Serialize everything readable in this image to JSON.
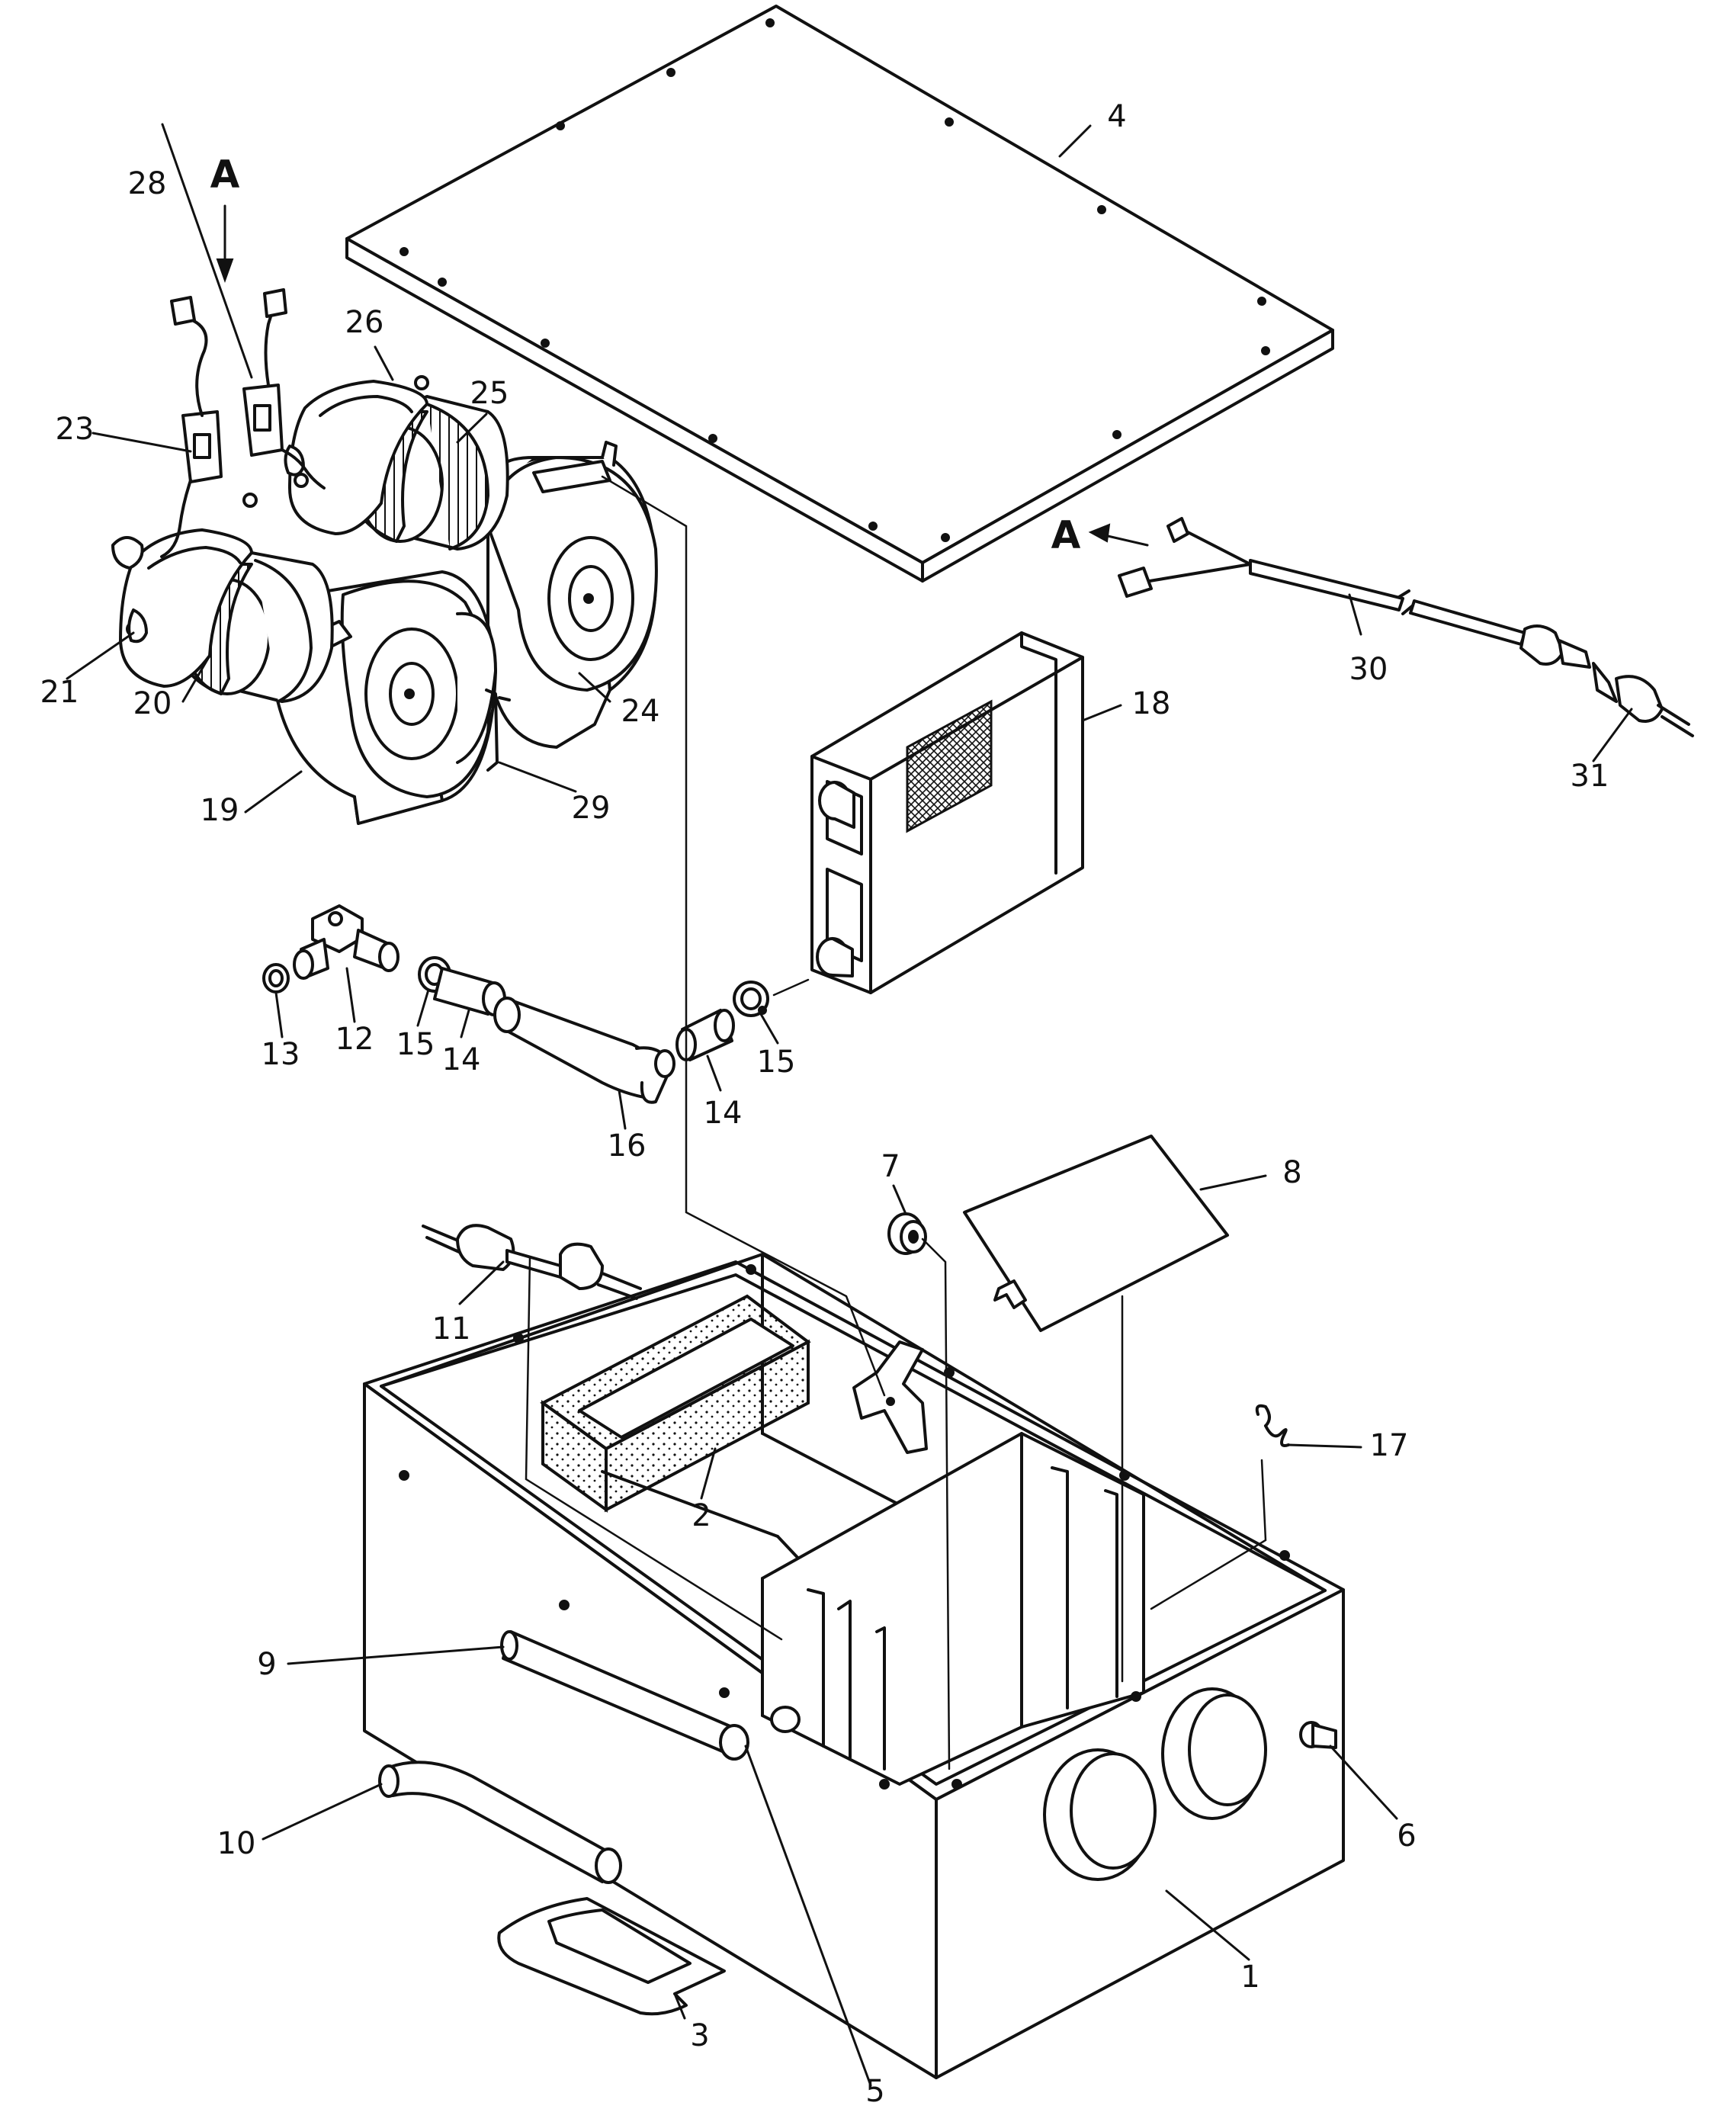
{
  "diagram": {
    "view_marker": "A",
    "callouts": {
      "c1": "1",
      "c2": "2",
      "c3": "3",
      "c4": "4",
      "c5": "5",
      "c6": "6",
      "c7": "7",
      "c8": "8",
      "c9": "9",
      "c10": "10",
      "c11": "11",
      "c12": "12",
      "c13": "13",
      "c14a": "14",
      "c14b": "14",
      "c15a": "15",
      "c15b": "15",
      "c16": "16",
      "c17": "17",
      "c18": "18",
      "c19": "19",
      "c20": "20",
      "c21": "21",
      "c23": "23",
      "c24": "24",
      "c25": "25",
      "c26": "26",
      "c28": "28",
      "c29": "29",
      "c30": "30",
      "c31": "31"
    }
  }
}
